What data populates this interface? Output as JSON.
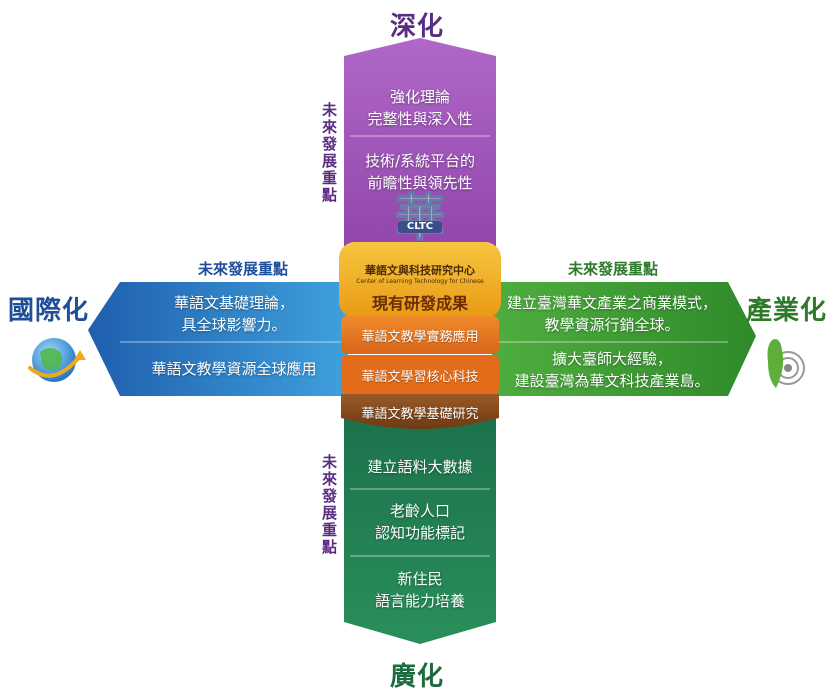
{
  "directions": {
    "top": "深化",
    "bottom": "廣化",
    "left": "國際化",
    "right": "產業化"
  },
  "future_label": "未來發展重點",
  "top_arm": {
    "items": [
      "強化理論\n完整性與深入性",
      "技術/系統平台的\n前瞻性與領先性"
    ]
  },
  "left_arm": {
    "items": [
      "華語文基礎理論，\n具全球影響力。",
      "華語文教學資源全球應用"
    ]
  },
  "right_arm": {
    "items": [
      "建立臺灣華文產業之商業模式，\n教學資源行銷全球。",
      "擴大臺師大經驗，\n建設臺灣為華文科技產業島。"
    ]
  },
  "bottom_arm": {
    "items": [
      "建立語料大數據",
      "老齡人口\n認知功能標記",
      "新住民\n語言能力培養"
    ]
  },
  "core": {
    "logo_char": "華",
    "logo_text": "CLTC",
    "center_name": "華語文與科技研究中心",
    "center_name_en": "Center of Learning Technology for Chinese",
    "title": "現有研發成果",
    "layers": [
      "華語文教學實務應用",
      "華語文學習核心科技",
      "華語文教學基礎研究"
    ]
  },
  "colors": {
    "top_arm": "#9b4fb0",
    "left_arm": "#2a7ec8",
    "right_arm": "#3f9a3a",
    "bottom_arm": "#1e7b55",
    "core_gold": "#f0a81c",
    "core_orange": "#e8761f",
    "core_dark": "#8a4a1c",
    "label_purple": "#5a2d82",
    "label_blue": "#1f4e9a",
    "label_green": "#2f7a2c"
  }
}
